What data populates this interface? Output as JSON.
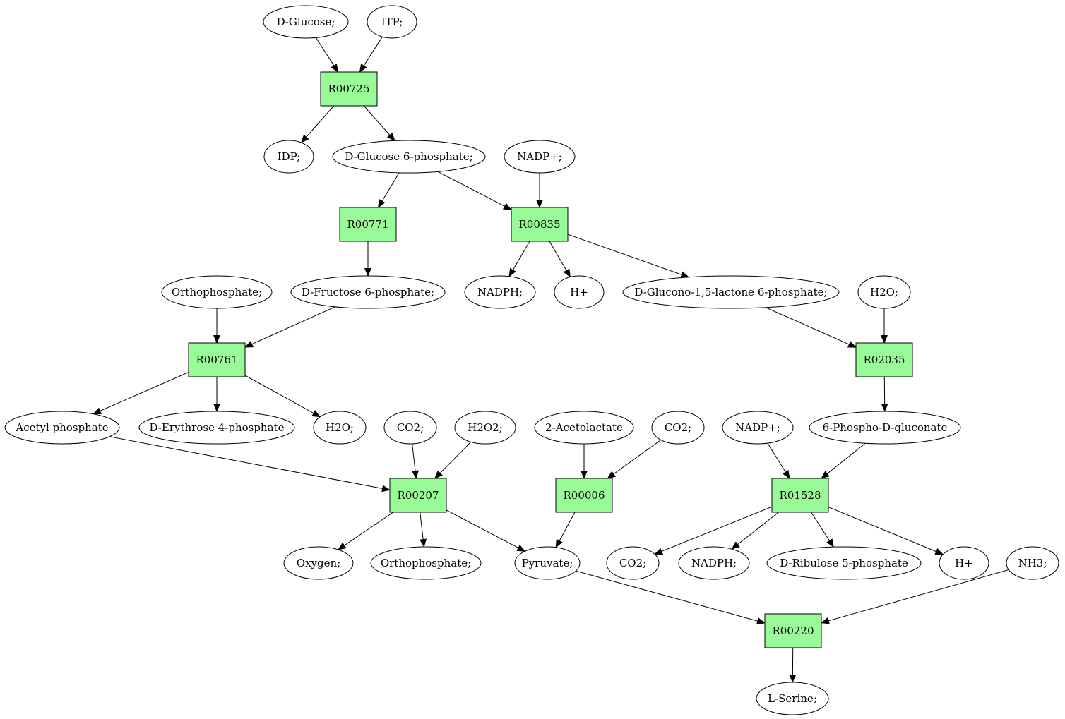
{
  "colors": {
    "reaction_fill": "#98fb98",
    "source_fill": "#00ee00",
    "target_fill": "#ffff00",
    "default_fill": "#ffffff",
    "stroke": "#000000"
  },
  "compounds": [
    {
      "id": "c_dglucose",
      "label": "D-Glucose;",
      "role": "source"
    },
    {
      "id": "c_itp",
      "label": "ITP;"
    },
    {
      "id": "c_idp",
      "label": "IDP;"
    },
    {
      "id": "c_g6p",
      "label": "D-Glucose 6-phosphate;"
    },
    {
      "id": "c_nadp1",
      "label": "NADP+;"
    },
    {
      "id": "c_orthophosphate1",
      "label": "Orthophosphate;"
    },
    {
      "id": "c_f6p",
      "label": "D-Fructose 6-phosphate;"
    },
    {
      "id": "c_nadph1",
      "label": "NADPH;"
    },
    {
      "id": "c_hplus1",
      "label": "H+"
    },
    {
      "id": "c_glucono",
      "label": "D-Glucono-1,5-lactone 6-phosphate;"
    },
    {
      "id": "c_h2o1",
      "label": "H2O;"
    },
    {
      "id": "c_acetylp",
      "label": "Acetyl phosphate"
    },
    {
      "id": "c_e4p",
      "label": "D-Erythrose 4-phosphate"
    },
    {
      "id": "c_h2o2",
      "label": "H2O;"
    },
    {
      "id": "c_co2a",
      "label": "CO2;"
    },
    {
      "id": "c_h2o2b",
      "label": "H2O2;"
    },
    {
      "id": "c_acetolactate",
      "label": "2-Acetolactate"
    },
    {
      "id": "c_co2b",
      "label": "CO2;"
    },
    {
      "id": "c_nadp2",
      "label": "NADP+;"
    },
    {
      "id": "c_6pg",
      "label": "6-Phospho-D-gluconate"
    },
    {
      "id": "c_oxygen",
      "label": "Oxygen;"
    },
    {
      "id": "c_orthophosphate2",
      "label": "Orthophosphate;"
    },
    {
      "id": "c_pyruvate",
      "label": "Pyruvate;"
    },
    {
      "id": "c_co2c",
      "label": "CO2;"
    },
    {
      "id": "c_nadph2",
      "label": "NADPH;"
    },
    {
      "id": "c_ribulose",
      "label": "D-Ribulose 5-phosphate"
    },
    {
      "id": "c_hplus2",
      "label": "H+"
    },
    {
      "id": "c_nh3",
      "label": "NH3;"
    },
    {
      "id": "c_lserine",
      "label": "L-Serine;",
      "role": "target"
    }
  ],
  "reactions": [
    {
      "id": "r_R00725",
      "label": "R00725"
    },
    {
      "id": "r_R00771",
      "label": "R00771"
    },
    {
      "id": "r_R00835",
      "label": "R00835"
    },
    {
      "id": "r_R00761",
      "label": "R00761"
    },
    {
      "id": "r_R02035",
      "label": "R02035"
    },
    {
      "id": "r_R00207",
      "label": "R00207"
    },
    {
      "id": "r_R00006",
      "label": "R00006"
    },
    {
      "id": "r_R01528",
      "label": "R01528"
    },
    {
      "id": "r_R00220",
      "label": "R00220"
    }
  ],
  "edges": [
    [
      "c_dglucose",
      "r_R00725"
    ],
    [
      "c_itp",
      "r_R00725"
    ],
    [
      "r_R00725",
      "c_idp"
    ],
    [
      "r_R00725",
      "c_g6p"
    ],
    [
      "c_g6p",
      "r_R00771"
    ],
    [
      "c_g6p",
      "r_R00835"
    ],
    [
      "c_nadp1",
      "r_R00835"
    ],
    [
      "r_R00771",
      "c_f6p"
    ],
    [
      "r_R00835",
      "c_nadph1"
    ],
    [
      "r_R00835",
      "c_hplus1"
    ],
    [
      "r_R00835",
      "c_glucono"
    ],
    [
      "c_orthophosphate1",
      "r_R00761"
    ],
    [
      "c_f6p",
      "r_R00761"
    ],
    [
      "c_glucono",
      "r_R02035"
    ],
    [
      "c_h2o1",
      "r_R02035"
    ],
    [
      "r_R00761",
      "c_acetylp"
    ],
    [
      "r_R00761",
      "c_e4p"
    ],
    [
      "r_R00761",
      "c_h2o2"
    ],
    [
      "r_R02035",
      "c_6pg"
    ],
    [
      "c_acetylp",
      "r_R00207"
    ],
    [
      "c_co2a",
      "r_R00207"
    ],
    [
      "c_h2o2b",
      "r_R00207"
    ],
    [
      "c_acetolactate",
      "r_R00006"
    ],
    [
      "c_co2b",
      "r_R00006"
    ],
    [
      "c_nadp2",
      "r_R01528"
    ],
    [
      "c_6pg",
      "r_R01528"
    ],
    [
      "r_R00207",
      "c_oxygen"
    ],
    [
      "r_R00207",
      "c_orthophosphate2"
    ],
    [
      "r_R00207",
      "c_pyruvate"
    ],
    [
      "r_R00006",
      "c_pyruvate"
    ],
    [
      "r_R01528",
      "c_co2c"
    ],
    [
      "r_R01528",
      "c_nadph2"
    ],
    [
      "r_R01528",
      "c_ribulose"
    ],
    [
      "r_R01528",
      "c_hplus2"
    ],
    [
      "c_pyruvate",
      "r_R00220"
    ],
    [
      "c_nh3",
      "r_R00220"
    ],
    [
      "r_R00220",
      "c_lserine"
    ]
  ]
}
